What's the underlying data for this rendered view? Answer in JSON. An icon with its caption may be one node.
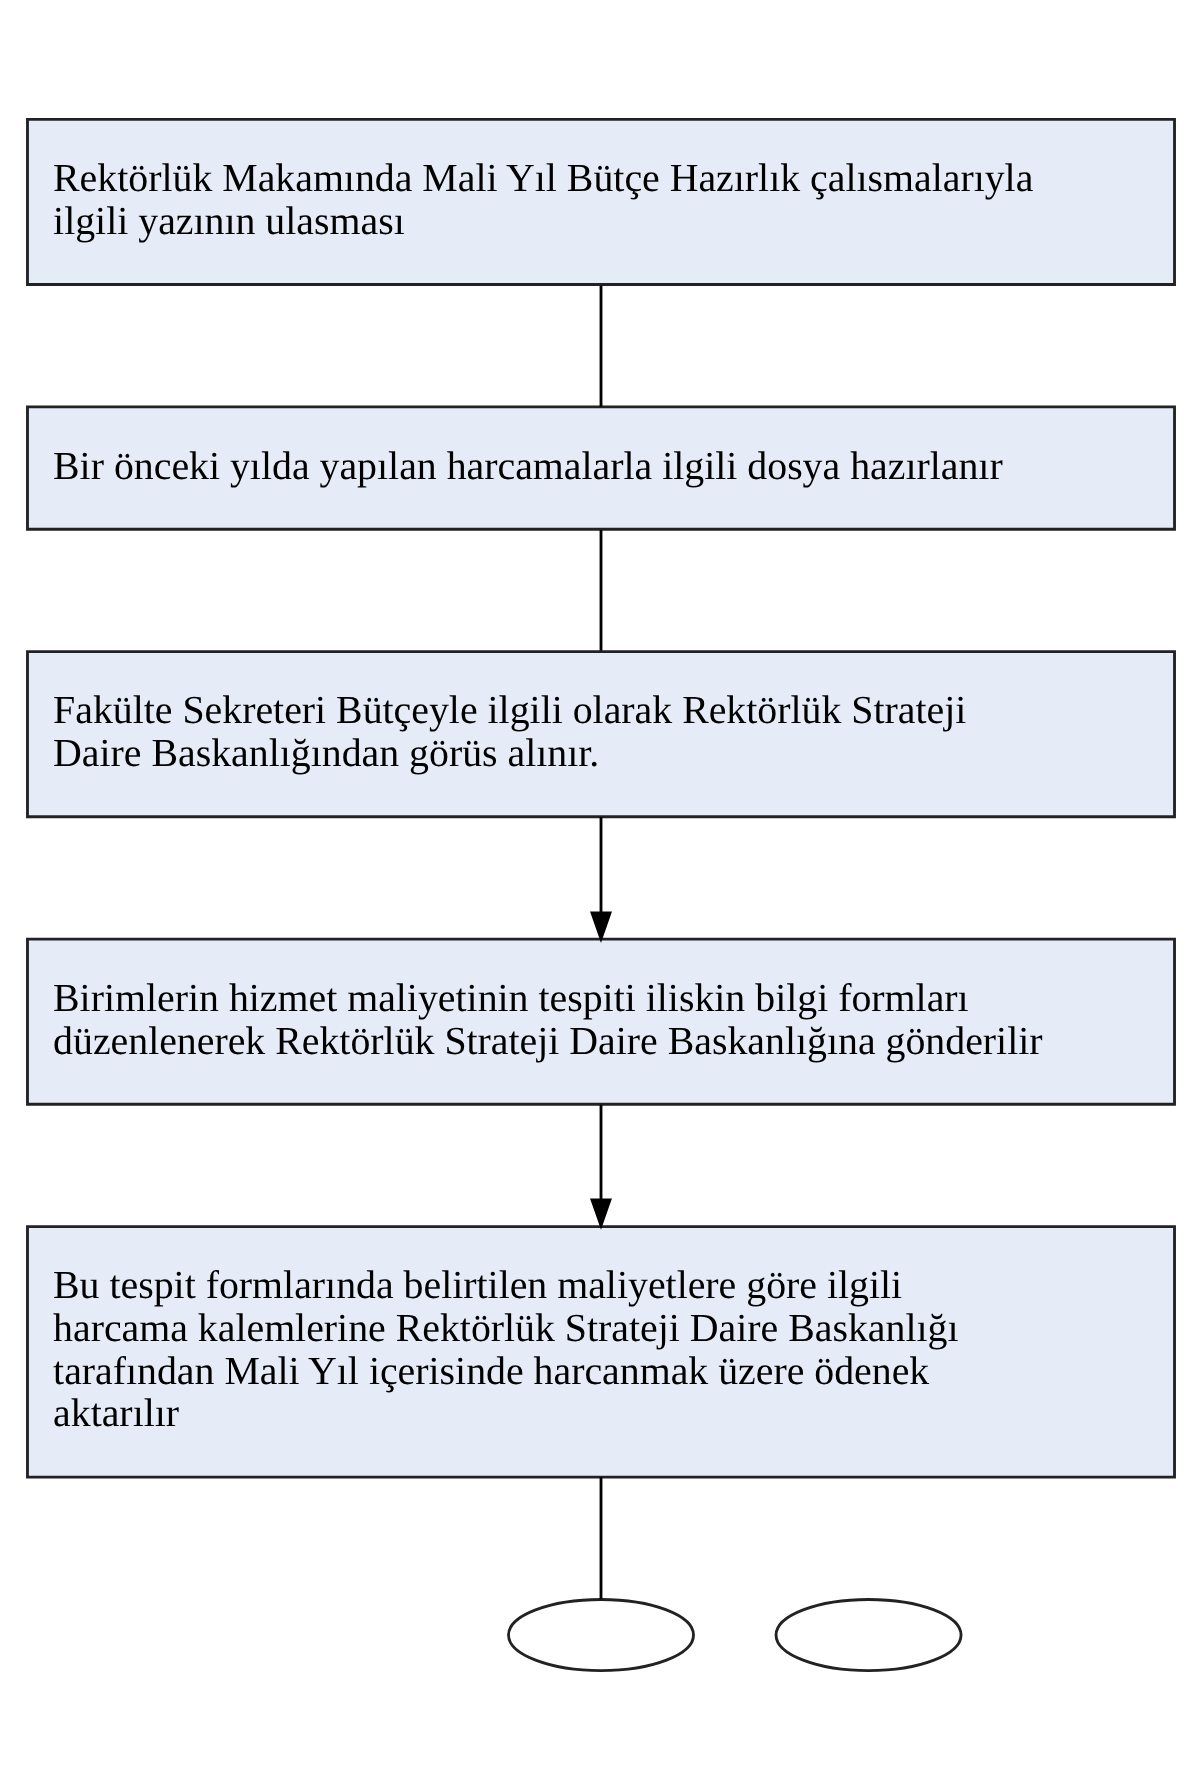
{
  "diagram": {
    "nodes": [
      {
        "text": [
          "Rektörlük Makamında Mali Yıl Bütçe Hazırlık çalısmalarıyla ilgili yazının ulasması"
        ]
      },
      {
        "text": [
          "Bir önceki yılda yapılan harcamalarla ilgili dosya hazırlanır"
        ]
      },
      {
        "text": [
          "Fakülte Sekreteri Bütçeyle ilgili olarak Rektörlük Strateji Daire Baskanlığından görüs alınır."
        ]
      },
      {
        "text": [
          "Birimlerin hizmet maliyetinin tespiti iliskin bilgi formları düzenlenerek Rektörlük Strateji Daire Baskanlığına gönderilir"
        ]
      },
      {
        "text": [
          "Bu tespit formlarında belirtilen maliyetlere göre ilgili harcama kalemlerine Rektörlük Strateji Daire Baskanlığı tarafından Mali Yıl içerisinde harcanmak üzere ödenek aktarılır"
        ]
      },
      {
        "text": [],
        "shape": "arc"
      },
      {
        "text": [],
        "shape": "arc"
      }
    ],
    "edges": [
      {
        "from": 0,
        "to": 1,
        "arrow": "none"
      },
      {
        "from": 1,
        "to": 2,
        "arrow": "none"
      },
      {
        "from": 2,
        "to": 3,
        "arrow": "to"
      },
      {
        "from": 3,
        "to": 4,
        "arrow": "to"
      },
      {
        "from": 4,
        "to": 5,
        "arrow": "none"
      }
    ]
  }
}
